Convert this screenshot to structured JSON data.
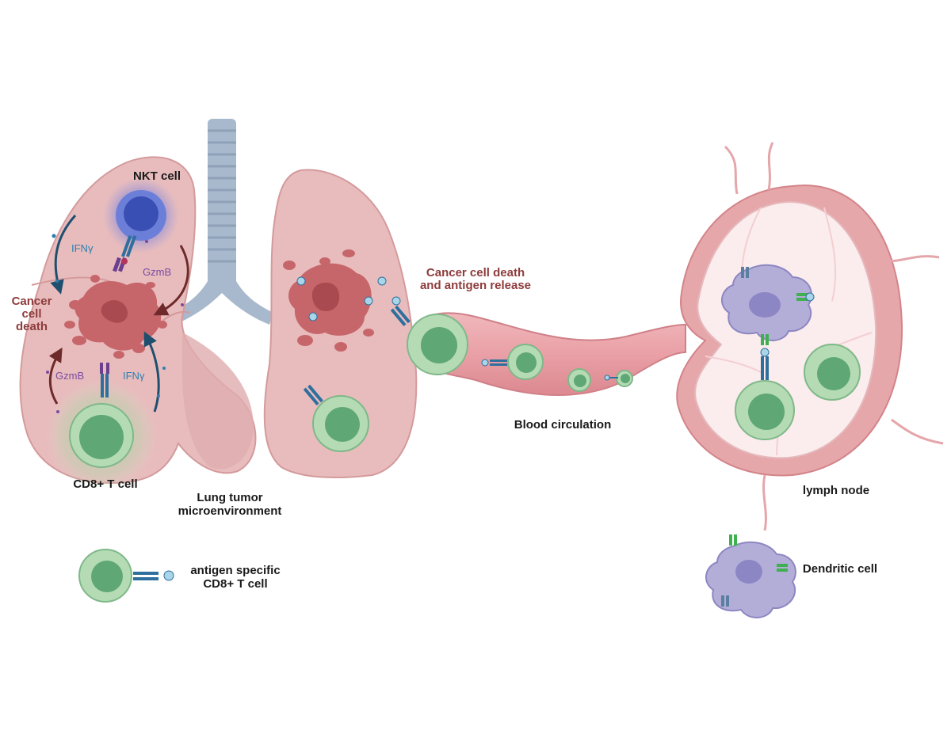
{
  "labels": {
    "nkt_cell": "NKT cell",
    "ifn_top": "IFNγ",
    "gzmb_top": "GzmB",
    "cancer_cell_death_1": "Cancer",
    "cancer_cell_death_2": "cell",
    "cancer_cell_death_3": "death",
    "gzmb_bottom": "GzmB",
    "ifn_bottom": "IFNγ",
    "cd8_t_cell": "CD8+ T cell",
    "lung_tumor_1": "Lung tumor",
    "lung_tumor_2": "microenvironment",
    "release_1": "Cancer cell death",
    "release_2": "and antigen release",
    "blood_circulation": "Blood circulation",
    "lymph_node": "lymph node",
    "dendritic_cell": "Dendritic cell",
    "legend_1": "antigen specific",
    "legend_2": "CD8+ T cell"
  },
  "colors": {
    "lung_fill": "#e8bcbd",
    "lung_stroke": "#d49a9c",
    "trachea": "#a9b9cd",
    "tumor": "#c7666a",
    "tcell_outer": "#b5dbb5",
    "tcell_inner": "#5fa775",
    "nkt_inner": "#3a4fb3",
    "dendritic": "#b3aed8",
    "receptor_blue": "#2e6f9e",
    "receptor_purple": "#6b3f8f",
    "text_red": "#8e3b3b",
    "text_blue": "#2d7fb0",
    "text_purple": "#7c4aa0"
  }
}
